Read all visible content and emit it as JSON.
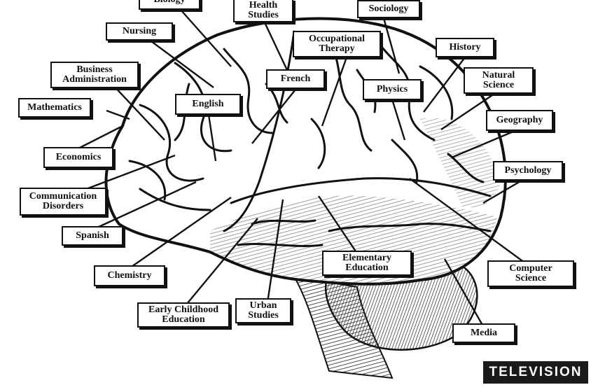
{
  "labels": {
    "biology": "Biology",
    "health_studies": "Health\nStudies",
    "sociology": "Sociology",
    "nursing": "Nursing",
    "occupational_therapy": "Occupational\nTherapy",
    "history": "History",
    "business_administration": "Business\nAdministration",
    "french": "French",
    "natural_science": "Natural\nScience",
    "physics": "Physics",
    "english": "English",
    "mathematics": "Mathematics",
    "geography": "Geography",
    "economics": "Economics",
    "psychology": "Psychology",
    "communication_disorders": "Communication\nDisorders",
    "spanish": "Spanish",
    "chemistry": "Chemistry",
    "elementary_education": "Elementary\nEducation",
    "computer_science": "Computer\nScience",
    "early_childhood_education": "Early Childhood\nEducation",
    "urban_studies": "Urban\nStudies",
    "media": "Media"
  },
  "badge": {
    "television": "TELEVISION"
  },
  "colors": {
    "ink": "#111111",
    "paper": "#ffffff",
    "badge_bg": "#1a1a1a"
  }
}
